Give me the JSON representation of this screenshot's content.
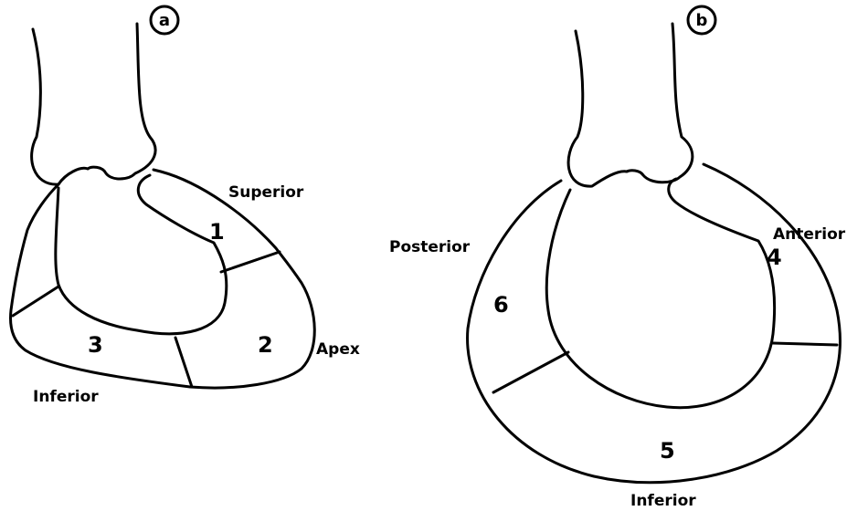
{
  "panels": [
    {
      "id": "a",
      "regions": [
        {
          "number": "1",
          "position": "Superior"
        },
        {
          "number": "2",
          "position": "Apex"
        },
        {
          "number": "3",
          "position": "Inferior"
        }
      ]
    },
    {
      "id": "b",
      "regions": [
        {
          "number": "4",
          "position": "Anterior"
        },
        {
          "number": "5",
          "position": "Inferior"
        },
        {
          "number": "6",
          "position": "Posterior"
        }
      ]
    }
  ]
}
